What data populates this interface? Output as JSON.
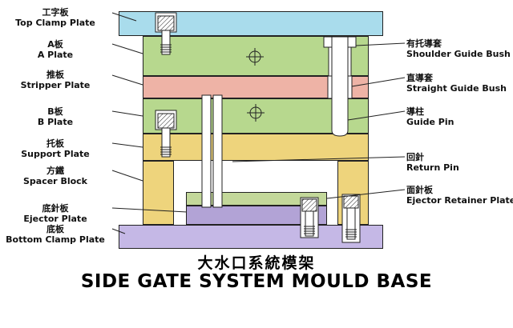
{
  "title": {
    "zh": "大水口系統模架",
    "en": "SIDE GATE SYSTEM MOULD BASE"
  },
  "left_labels": [
    {
      "zh": "工字板",
      "en": "Top Clamp Plate"
    },
    {
      "zh": "A板",
      "en": "A Plate"
    },
    {
      "zh": "推板",
      "en": "Stripper Plate"
    },
    {
      "zh": "B板",
      "en": "B Plate"
    },
    {
      "zh": "托板",
      "en": "Support Plate"
    },
    {
      "zh": "方鐵",
      "en": "Spacer Block"
    },
    {
      "zh": "底針板",
      "en": "Ejector Plate"
    },
    {
      "zh": "底板",
      "en": "Bottom Clamp Plate"
    }
  ],
  "right_labels": [
    {
      "zh": "有托導套",
      "en": "Shoulder Guide Bush"
    },
    {
      "zh": "直導套",
      "en": "Straight Guide Bush"
    },
    {
      "zh": "導柱",
      "en": "Guide Pin"
    },
    {
      "zh": "回針",
      "en": "Return Pin"
    },
    {
      "zh": "面針板",
      "en": "Ejector Retainer Plate"
    }
  ],
  "colors": {
    "top_clamp": "#a9dcec",
    "a_plate": "#b7d88e",
    "stripper": "#eeb3a6",
    "b_plate": "#b7d88e",
    "support": "#eed47c",
    "spacer": "#eed47c",
    "retainer": "#c3d89a",
    "ejector": "#b2a3d6",
    "bottom_clamp": "#c5b8e6"
  }
}
